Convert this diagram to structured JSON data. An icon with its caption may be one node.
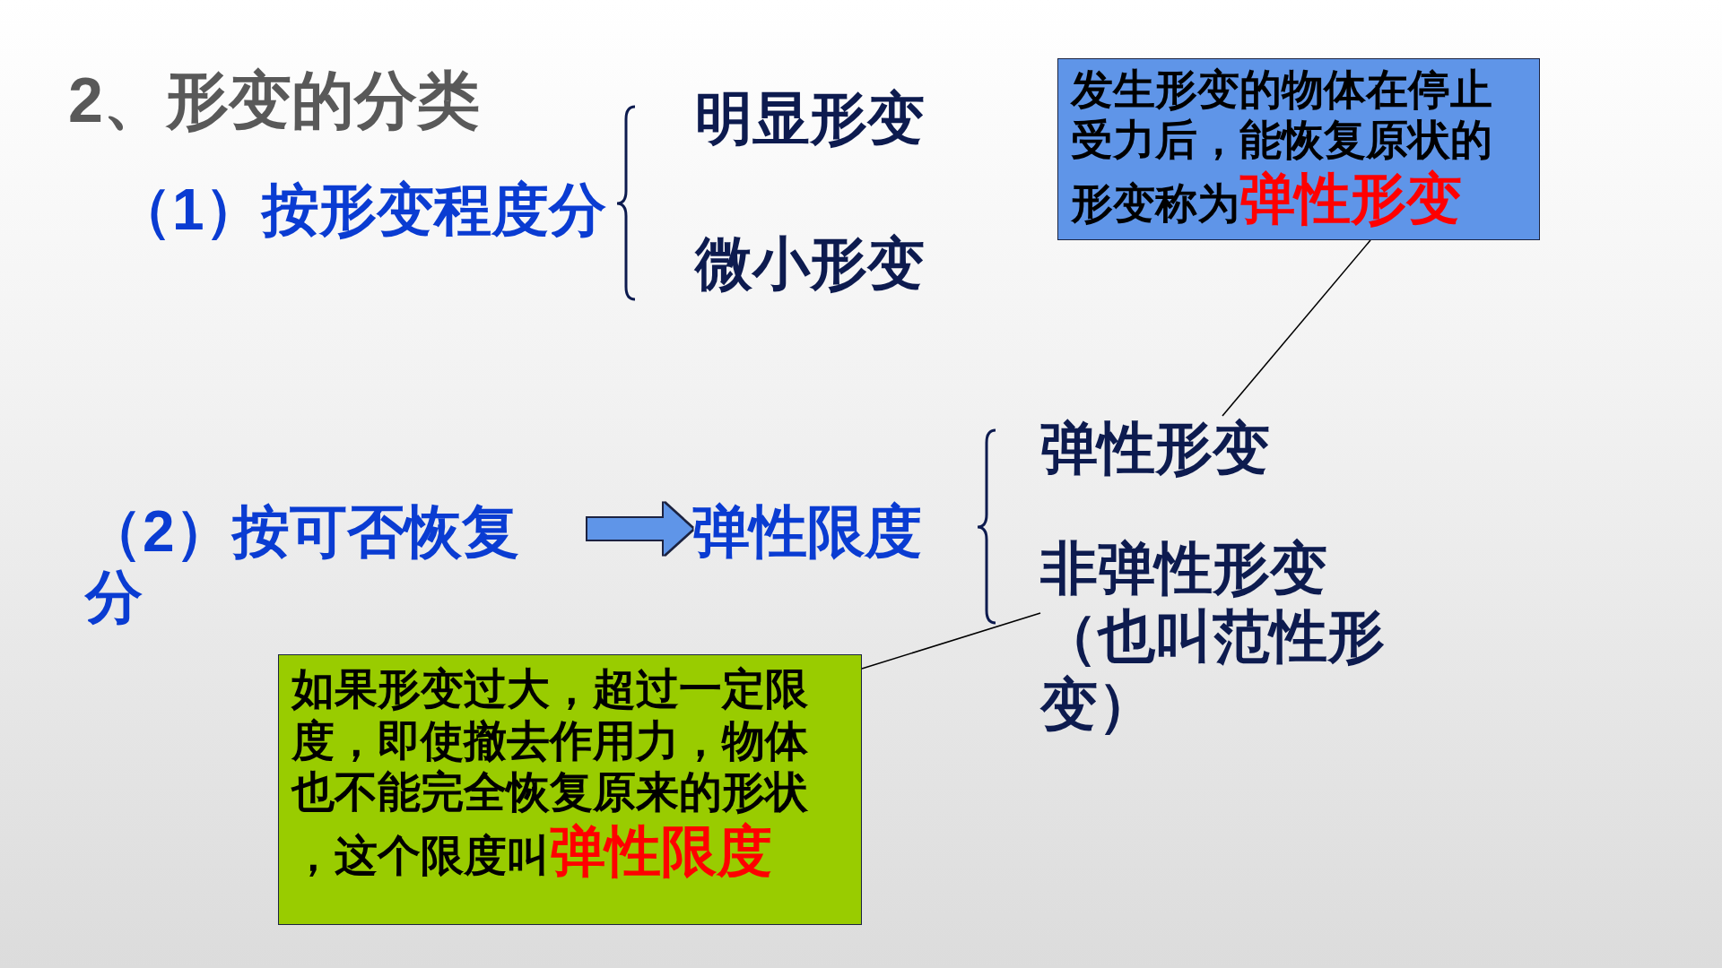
{
  "diagram": {
    "title": "2、形变的分类",
    "nodes": [
      {
        "text": [
          "发生形变的物体在停止受力后，能恢复原状的形变称为**弹性形变**"
        ]
      },
      {
        "text": [
          "（2）按可否恢复分"
        ]
      },
      {
        "text": [
          "弹性限度"
        ]
      },
      {
        "text": [
          "弹性形变"
        ]
      },
      {
        "text": [
          "非弹性形变（也叫范性形变）"
        ]
      },
      {
        "text": [
          "如果形变过大，超过一定限度，即使撤去作用力，物体也不能完全恢复原来的形状，这个限度叫**弹性限度**"
        ]
      }
    ],
    "edges": [
      {
        "from": 1,
        "to": 2,
        "arrow": "to",
        "style": "thick",
        "color": "#5f95e8"
      },
      {
        "from": 0,
        "to": 3,
        "arrow": "none"
      },
      {
        "from": 5,
        "to": 4,
        "arrow": "none"
      }
    ],
    "labels": [
      "（1）按形变程度分",
      "明显形变",
      "微小形变"
    ]
  }
}
